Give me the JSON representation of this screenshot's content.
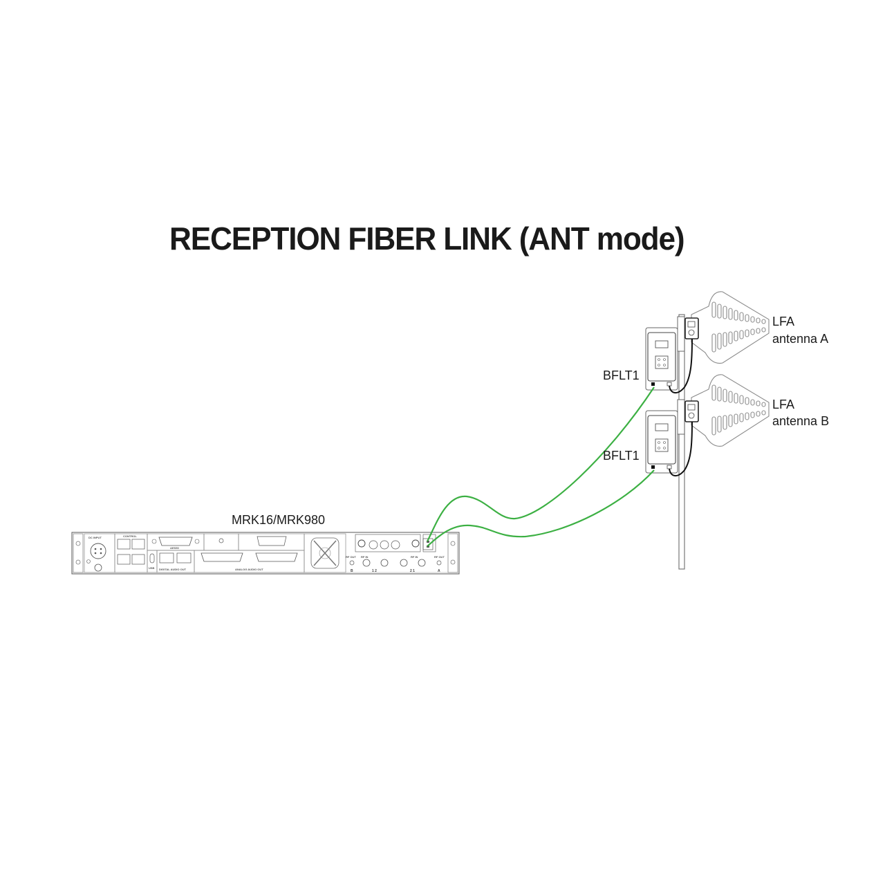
{
  "title": "RECEPTION FIBER LINK (ANT mode)",
  "labels": {
    "receiver": "MRK16/MRK980",
    "bflt_top": "BFLT1",
    "bflt_bottom": "BFLT1",
    "antenna_a_line1": "LFA",
    "antenna_a_line2": "antenna A",
    "antenna_b_line1": "LFA",
    "antenna_b_line2": "antenna B"
  },
  "rack_panel": {
    "dc_input": "DC INPUT",
    "control": "CONTROL",
    "aes50": "AES50",
    "usb": "USB",
    "digital_audio_out": "DIGITAL AUDIO OUT",
    "analog_audio_out": "ANALOG AUDIO OUT",
    "rf_out": "RF OUT",
    "rf_in": "RF IN",
    "side_b": "B",
    "side_a": "A",
    "ports_b": "1  2",
    "ports_a": "2  1"
  },
  "colors": {
    "fiber_cable": "#3cb043",
    "rf_cable": "#111111",
    "device_outline": "#555555",
    "antenna_outline": "#8a8a8a",
    "text": "#1a1a1a"
  }
}
